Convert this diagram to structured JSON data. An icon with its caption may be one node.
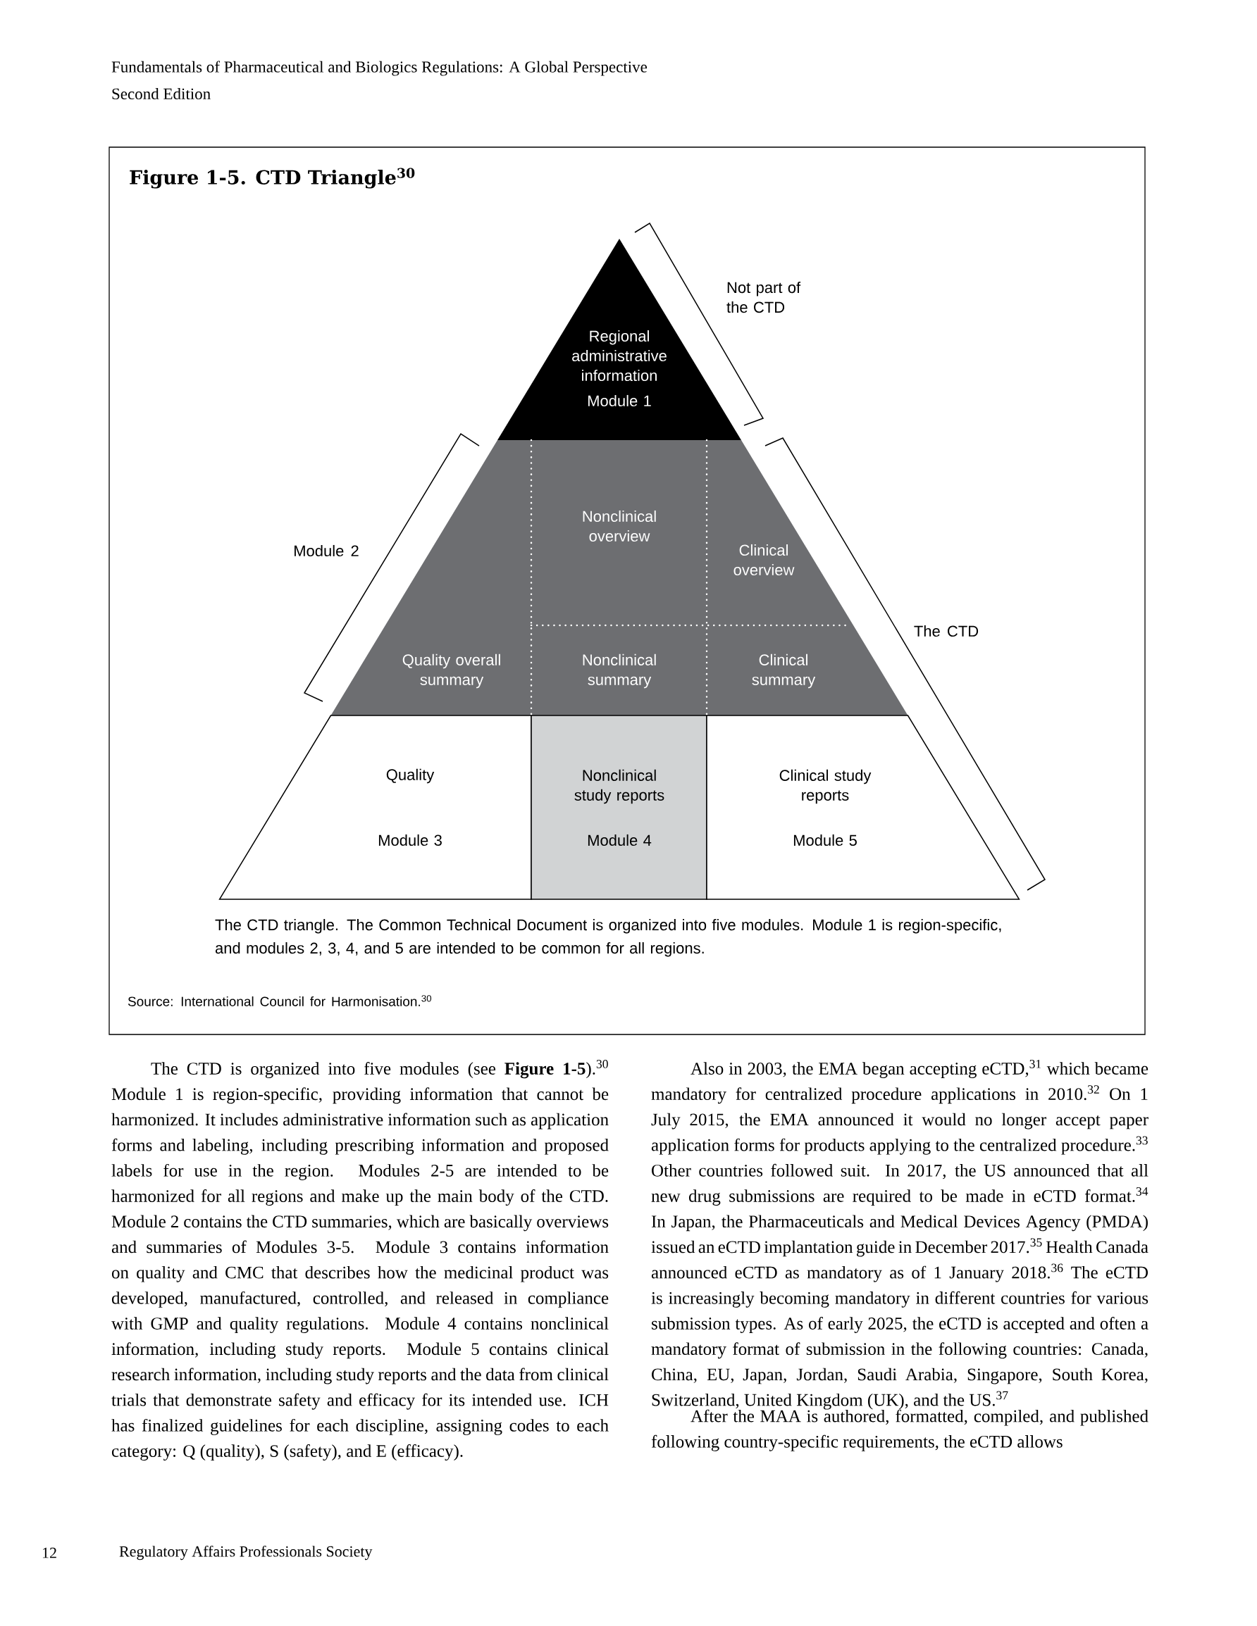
{
  "diagram": {
    "title": "Figure 1-5. CTD Triangle$^{30}$",
    "caption": "The CTD triangle. The Common Technical Document is organized into five modules. Module 1 is region-specific, and modules 2, 3, 4, and 5 are intended to be common for all regions.",
    "nodes": [
      {
        "text": [
          "Regional administrative information",
          "Module 1"
        ]
      },
      {
        "text": [
          "Nonclinical overview"
        ]
      },
      {
        "text": [
          "Clinical overview"
        ]
      },
      {
        "text": [
          "Quality overall summary"
        ]
      },
      {
        "text": [
          "Nonclinical summary"
        ]
      },
      {
        "text": [
          "Clinical summary"
        ]
      },
      {
        "text": [
          "Quality",
          "Module 3"
        ]
      },
      {
        "text": [
          "Nonclinical study reports",
          "Module 4"
        ]
      },
      {
        "text": [
          "Clinical study reports",
          "Module 5"
        ]
      }
    ],
    "labels": [
      "Fundamentals of Pharmaceutical and Biologics Regulations: A Global Perspective",
      "Second Edition",
      "Not part of the CTD",
      "Module 2",
      "The CTD",
      "Source: International Council for Harmonisation.$^{30}$",
      "The CTD is organized into five modules (see **Figure 1-5**).$^{30}$ Module 1 is region-specific, providing information that cannot be harmonized. It includes administrative information such as application forms and labeling, including prescribing information and proposed labels for use in the region. Modules 2-5 are intended to be harmonized for all regions and make up the main body of the CTD. Module 2 contains the CTD summaries, which are basically overviews and summaries of Modules 3-5. Module 3 contains information on quality and CMC that describes how the medicinal product was developed, manufactured, controlled, and released in compliance with GMP and quality regulations. Module 4 contains nonclinical information, including study reports. Module 5 contains clinical research information, including study reports and the data from clinical trials that demonstrate safety and efficacy for its intended use. ICH has finalized guidelines for each discipline, assigning codes to each category: Q (quality), S (safety), and E (efficacy).",
      "Also in 2003, the EMA began accepting eCTD,$^{31}$ which became mandatory for centralized procedure applications in 2010.$^{32}$ On 1 July 2015, the EMA announced it would no longer accept paper application forms for products applying to the centralized procedure.$^{33}$ Other countries followed suit. In 2017, the US announced that all new drug submissions are required to be made in eCTD format.$^{34}$ In Japan, the Pharmaceuticals and Medical Devices Agency (PMDA) issued an eCTD implantation guide in December 2017.$^{35}$ Health Canada announced eCTD as mandatory as of 1 January 2018.$^{36}$ The eCTD is increasingly becoming mandatory in different countries for various submission types. As of early 2025, the eCTD is accepted and often a mandatory format of submission in the following countries: Canada, China, EU, Japan, Jordan, Saudi Arabia, Singapore, South Korea, Switzerland, United Kingdom (UK), and the US.$^{37}$",
      "After the MAA is authored, formatted, compiled, and published following country-specific requirements, the eCTD allows",
      "12",
      "Regulatory Affairs Professionals Society"
    ]
  }
}
